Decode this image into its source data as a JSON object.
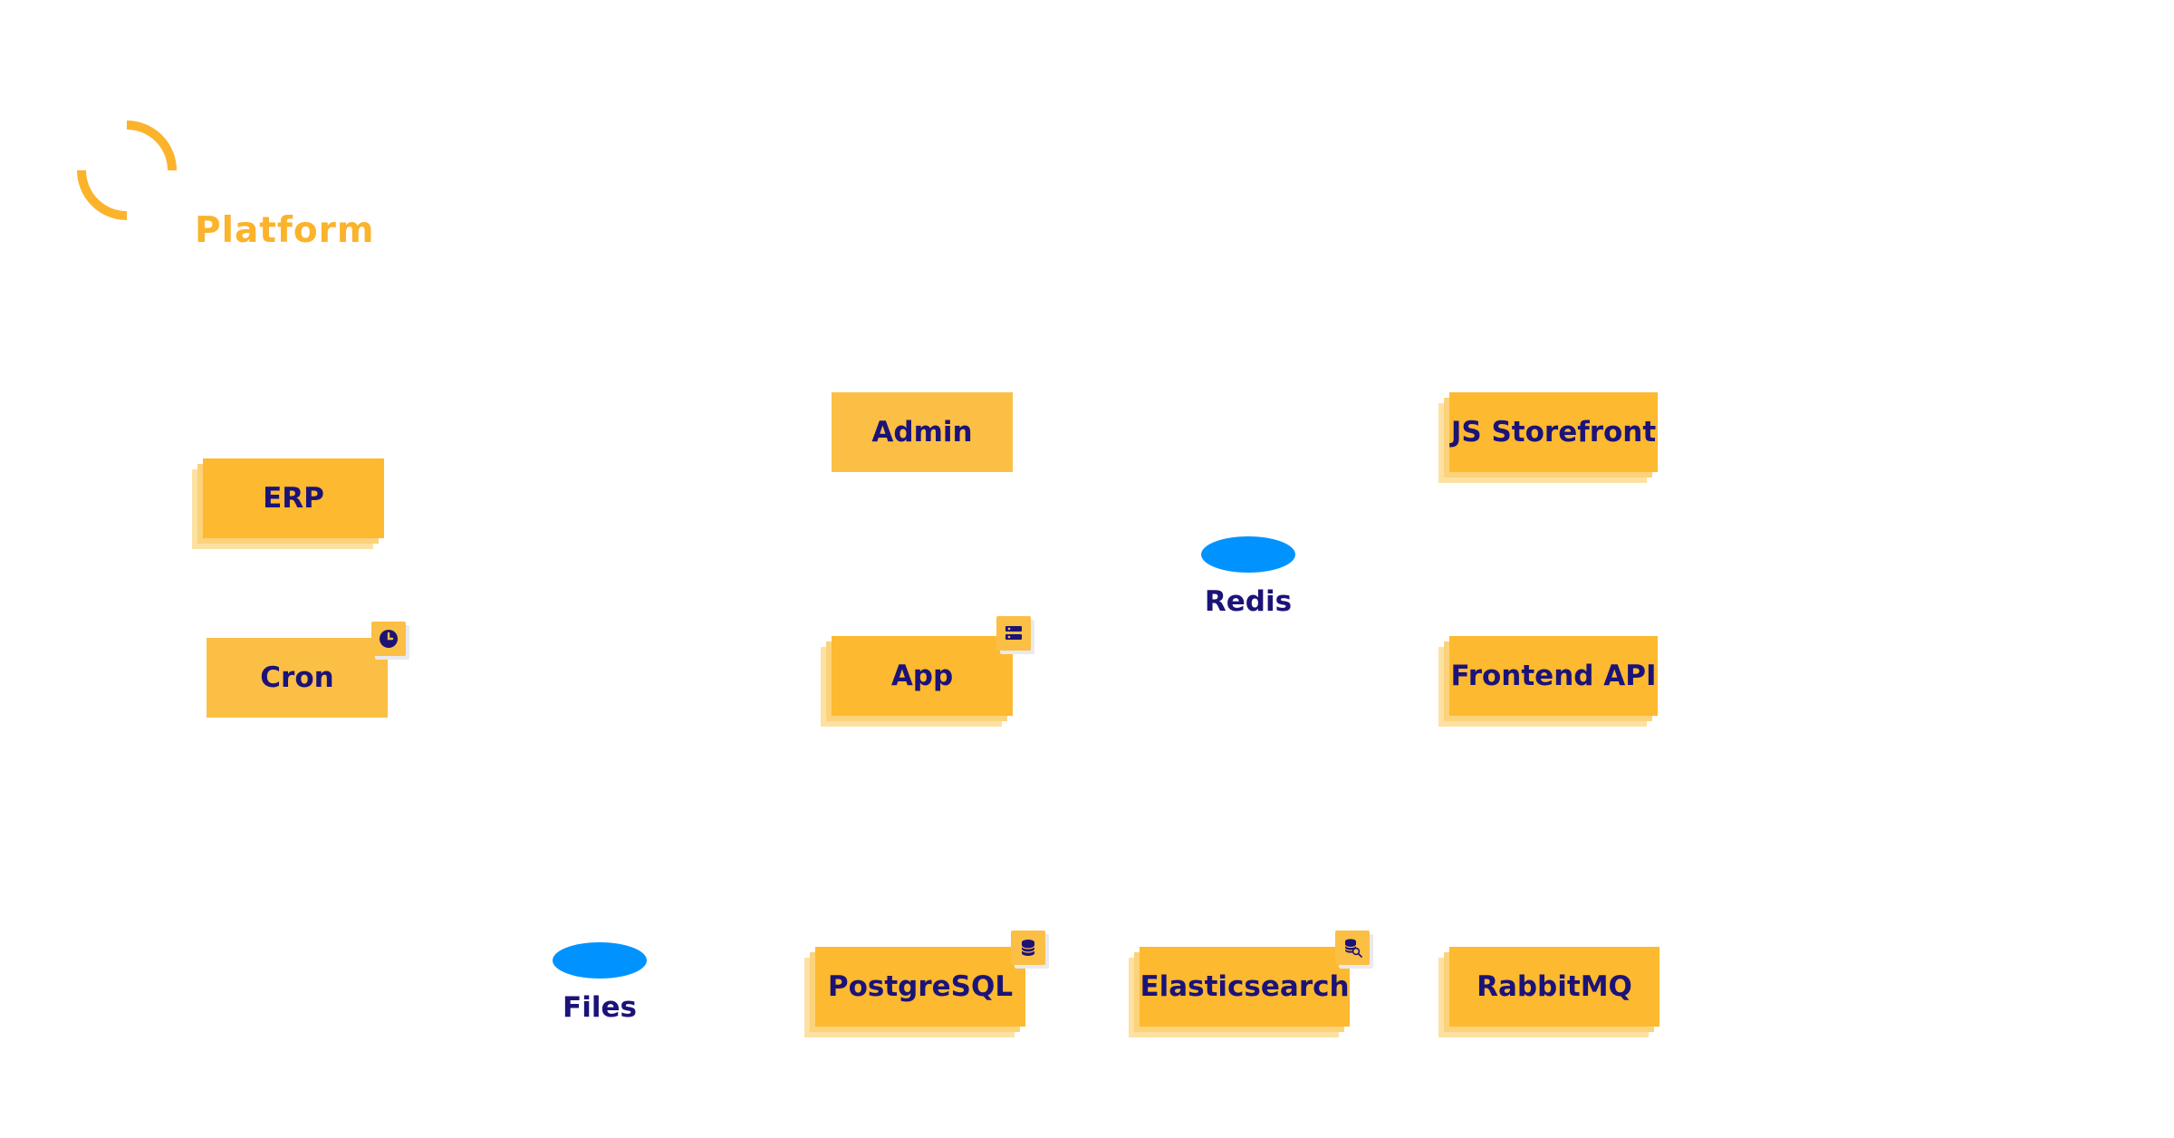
{
  "brand": {
    "title": "Platform",
    "color": "#fbb32b"
  },
  "colors": {
    "node_face": "#fbbf45",
    "node_face_alt": "#fdb92f",
    "node_shadow": "#fde1a3",
    "text": "#1b1378",
    "store": "#0093ff"
  },
  "nodes": [
    {
      "id": "admin",
      "label": "Admin",
      "stacked": false
    },
    {
      "id": "js-storefront",
      "label": "JS Storefront",
      "stacked": true
    },
    {
      "id": "erp",
      "label": "ERP",
      "stacked": true
    },
    {
      "id": "cron",
      "label": "Cron",
      "stacked": false,
      "badge": "clock-icon"
    },
    {
      "id": "app",
      "label": "App",
      "stacked": true,
      "badge": "server-icon"
    },
    {
      "id": "frontend-api",
      "label": "Frontend API",
      "stacked": true
    },
    {
      "id": "postgresql",
      "label": "PostgreSQL",
      "stacked": true,
      "badge": "database-icon"
    },
    {
      "id": "elasticsearch",
      "label": "Elasticsearch",
      "stacked": true,
      "badge": "database-search-icon"
    },
    {
      "id": "rabbitmq",
      "label": "RabbitMQ",
      "stacked": true
    }
  ],
  "stores": [
    {
      "id": "redis",
      "label": "Redis"
    },
    {
      "id": "files",
      "label": "Files"
    }
  ]
}
